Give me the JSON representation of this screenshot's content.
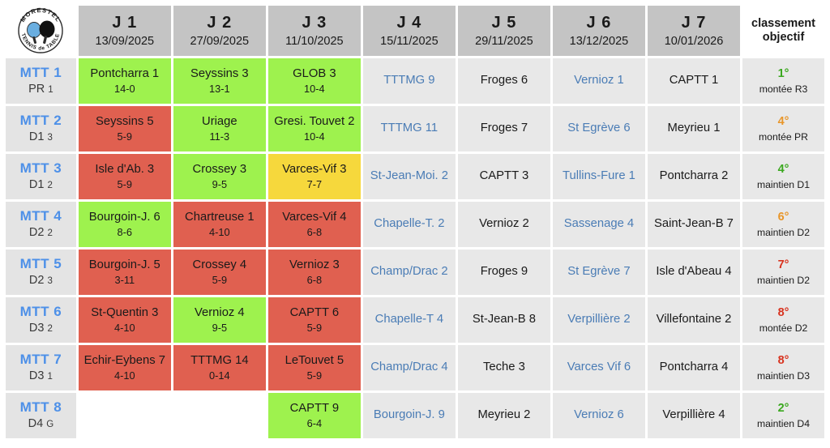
{
  "logo": {
    "name": "morestel-tennis-de-table-logo",
    "top_text": "MORESTEL",
    "bottom_text": "TENNIS de TABLE",
    "paddle_left_color": "#6aaee0",
    "paddle_right_color": "#111111"
  },
  "header": {
    "goal_title_line1": "classement",
    "goal_title_line2": "objectif",
    "rounds": [
      {
        "name": "J 1",
        "date": "13/09/2025"
      },
      {
        "name": "J 2",
        "date": "27/09/2025"
      },
      {
        "name": "J 3",
        "date": "11/10/2025"
      },
      {
        "name": "J 4",
        "date": "15/11/2025"
      },
      {
        "name": "J 5",
        "date": "29/11/2025"
      },
      {
        "name": "J 6",
        "date": "13/12/2025"
      },
      {
        "name": "J 7",
        "date": "10/01/2026"
      }
    ]
  },
  "colors": {
    "win": "#9ef24e",
    "loss": "#e06050",
    "draw": "#f6d83c",
    "neutral": "#e8e8e8",
    "header_bg": "#c4c4c4",
    "team_blue": "#4d90e8",
    "away_blue": "#4a7cb5",
    "rank_green": "#3aa81e",
    "rank_orange": "#e8962a",
    "rank_red": "#d8321e"
  },
  "rows": [
    {
      "team": "MTT 1",
      "division": "PR",
      "division_sub": "1",
      "goal_rank": "1°",
      "goal_rank_color": "green",
      "goal_text": "montée R3",
      "matches": [
        {
          "opponent": "Pontcharra 1",
          "score": "14-0",
          "result": "win",
          "venue": "home"
        },
        {
          "opponent": "Seyssins 3",
          "score": "13-1",
          "result": "win",
          "venue": "home"
        },
        {
          "opponent": "GLOB 3",
          "score": "10-4",
          "result": "win",
          "venue": "home"
        },
        {
          "opponent": "TTTMG 9",
          "score": "",
          "result": "neutral",
          "venue": "away"
        },
        {
          "opponent": "Froges 6",
          "score": "",
          "result": "neutral",
          "venue": "home"
        },
        {
          "opponent": "Vernioz 1",
          "score": "",
          "result": "neutral",
          "venue": "away"
        },
        {
          "opponent": "CAPTT 1",
          "score": "",
          "result": "neutral",
          "venue": "home"
        }
      ]
    },
    {
      "team": "MTT 2",
      "division": "D1",
      "division_sub": "3",
      "goal_rank": "4°",
      "goal_rank_color": "orange",
      "goal_text": "montée PR",
      "matches": [
        {
          "opponent": "Seyssins 5",
          "score": "5-9",
          "result": "loss",
          "venue": "home"
        },
        {
          "opponent": "Uriage",
          "score": "11-3",
          "result": "win",
          "venue": "home"
        },
        {
          "opponent": "Gresi. Touvet 2",
          "score": "10-4",
          "result": "win",
          "venue": "home"
        },
        {
          "opponent": "TTTMG 11",
          "score": "",
          "result": "neutral",
          "venue": "away"
        },
        {
          "opponent": "Froges 7",
          "score": "",
          "result": "neutral",
          "venue": "home"
        },
        {
          "opponent": "St Egrève 6",
          "score": "",
          "result": "neutral",
          "venue": "away"
        },
        {
          "opponent": "Meyrieu 1",
          "score": "",
          "result": "neutral",
          "venue": "home"
        }
      ]
    },
    {
      "team": "MTT 3",
      "division": "D1",
      "division_sub": "2",
      "goal_rank": "4°",
      "goal_rank_color": "green",
      "goal_text": "maintien D1",
      "matches": [
        {
          "opponent": "Isle d'Ab. 3",
          "score": "5-9",
          "result": "loss",
          "venue": "home"
        },
        {
          "opponent": "Crossey 3",
          "score": "9-5",
          "result": "win",
          "venue": "home"
        },
        {
          "opponent": "Varces-Vif 3",
          "score": "7-7",
          "result": "draw",
          "venue": "home"
        },
        {
          "opponent": "St-Jean-Moi. 2",
          "score": "",
          "result": "neutral",
          "venue": "away"
        },
        {
          "opponent": "CAPTT 3",
          "score": "",
          "result": "neutral",
          "venue": "home"
        },
        {
          "opponent": "Tullins-Fure 1",
          "score": "",
          "result": "neutral",
          "venue": "away"
        },
        {
          "opponent": "Pontcharra 2",
          "score": "",
          "result": "neutral",
          "venue": "home"
        }
      ]
    },
    {
      "team": "MTT 4",
      "division": "D2",
      "division_sub": "2",
      "goal_rank": "6°",
      "goal_rank_color": "orange",
      "goal_text": "maintien D2",
      "matches": [
        {
          "opponent": "Bourgoin-J. 6",
          "score": "8-6",
          "result": "win",
          "venue": "home"
        },
        {
          "opponent": "Chartreuse 1",
          "score": "4-10",
          "result": "loss",
          "venue": "home"
        },
        {
          "opponent": "Varces-Vif 4",
          "score": "6-8",
          "result": "loss",
          "venue": "home"
        },
        {
          "opponent": "Chapelle-T. 2",
          "score": "",
          "result": "neutral",
          "venue": "away"
        },
        {
          "opponent": "Vernioz 2",
          "score": "",
          "result": "neutral",
          "venue": "home"
        },
        {
          "opponent": "Sassenage 4",
          "score": "",
          "result": "neutral",
          "venue": "away"
        },
        {
          "opponent": "Saint-Jean-B 7",
          "score": "",
          "result": "neutral",
          "venue": "home"
        }
      ]
    },
    {
      "team": "MTT 5",
      "division": "D2",
      "division_sub": "3",
      "goal_rank": "7°",
      "goal_rank_color": "red",
      "goal_text": "maintien D2",
      "matches": [
        {
          "opponent": "Bourgoin-J. 5",
          "score": "3-11",
          "result": "loss",
          "venue": "home"
        },
        {
          "opponent": "Crossey 4",
          "score": "5-9",
          "result": "loss",
          "venue": "home"
        },
        {
          "opponent": "Vernioz 3",
          "score": "6-8",
          "result": "loss",
          "venue": "home"
        },
        {
          "opponent": "Champ/Drac 2",
          "score": "",
          "result": "neutral",
          "venue": "away"
        },
        {
          "opponent": "Froges 9",
          "score": "",
          "result": "neutral",
          "venue": "home"
        },
        {
          "opponent": "St Egrève 7",
          "score": "",
          "result": "neutral",
          "venue": "away"
        },
        {
          "opponent": "Isle d'Abeau 4",
          "score": "",
          "result": "neutral",
          "venue": "home"
        }
      ]
    },
    {
      "team": "MTT 6",
      "division": "D3",
      "division_sub": "2",
      "goal_rank": "8°",
      "goal_rank_color": "red",
      "goal_text": "montée D2",
      "matches": [
        {
          "opponent": "St-Quentin 3",
          "score": "4-10",
          "result": "loss",
          "venue": "home"
        },
        {
          "opponent": "Vernioz 4",
          "score": "9-5",
          "result": "win",
          "venue": "home"
        },
        {
          "opponent": "CAPTT 6",
          "score": "5-9",
          "result": "loss",
          "venue": "home"
        },
        {
          "opponent": "Chapelle-T 4",
          "score": "",
          "result": "neutral",
          "venue": "away"
        },
        {
          "opponent": "St-Jean-B 8",
          "score": "",
          "result": "neutral",
          "venue": "home"
        },
        {
          "opponent": "Verpillière 2",
          "score": "",
          "result": "neutral",
          "venue": "away"
        },
        {
          "opponent": "Villefontaine 2",
          "score": "",
          "result": "neutral",
          "venue": "home"
        }
      ]
    },
    {
      "team": "MTT 7",
      "division": "D3",
      "division_sub": "1",
      "goal_rank": "8°",
      "goal_rank_color": "red",
      "goal_text": "maintien D3",
      "matches": [
        {
          "opponent": "Echir-Eybens 7",
          "score": "4-10",
          "result": "loss",
          "venue": "home"
        },
        {
          "opponent": "TTTMG 14",
          "score": "0-14",
          "result": "loss",
          "venue": "home"
        },
        {
          "opponent": "LeTouvet 5",
          "score": "5-9",
          "result": "loss",
          "venue": "home"
        },
        {
          "opponent": "Champ/Drac 4",
          "score": "",
          "result": "neutral",
          "venue": "away"
        },
        {
          "opponent": "Teche 3",
          "score": "",
          "result": "neutral",
          "venue": "home"
        },
        {
          "opponent": "Varces Vif 6",
          "score": "",
          "result": "neutral",
          "venue": "away"
        },
        {
          "opponent": "Pontcharra 4",
          "score": "",
          "result": "neutral",
          "venue": "home"
        }
      ]
    },
    {
      "team": "MTT 8",
      "division": "D4",
      "division_sub": "G",
      "goal_rank": "2°",
      "goal_rank_color": "green",
      "goal_text": "maintien D4",
      "matches": [
        {
          "opponent": "",
          "score": "",
          "result": "empty",
          "venue": "home"
        },
        {
          "opponent": "",
          "score": "",
          "result": "empty",
          "venue": "home"
        },
        {
          "opponent": "CAPTT 9",
          "score": "6-4",
          "result": "win",
          "venue": "home"
        },
        {
          "opponent": "Bourgoin-J. 9",
          "score": "",
          "result": "neutral",
          "venue": "away"
        },
        {
          "opponent": "Meyrieu 2",
          "score": "",
          "result": "neutral",
          "venue": "home"
        },
        {
          "opponent": "Vernioz 6",
          "score": "",
          "result": "neutral",
          "venue": "away"
        },
        {
          "opponent": "Verpillière 4",
          "score": "",
          "result": "neutral",
          "venue": "home"
        }
      ]
    }
  ]
}
